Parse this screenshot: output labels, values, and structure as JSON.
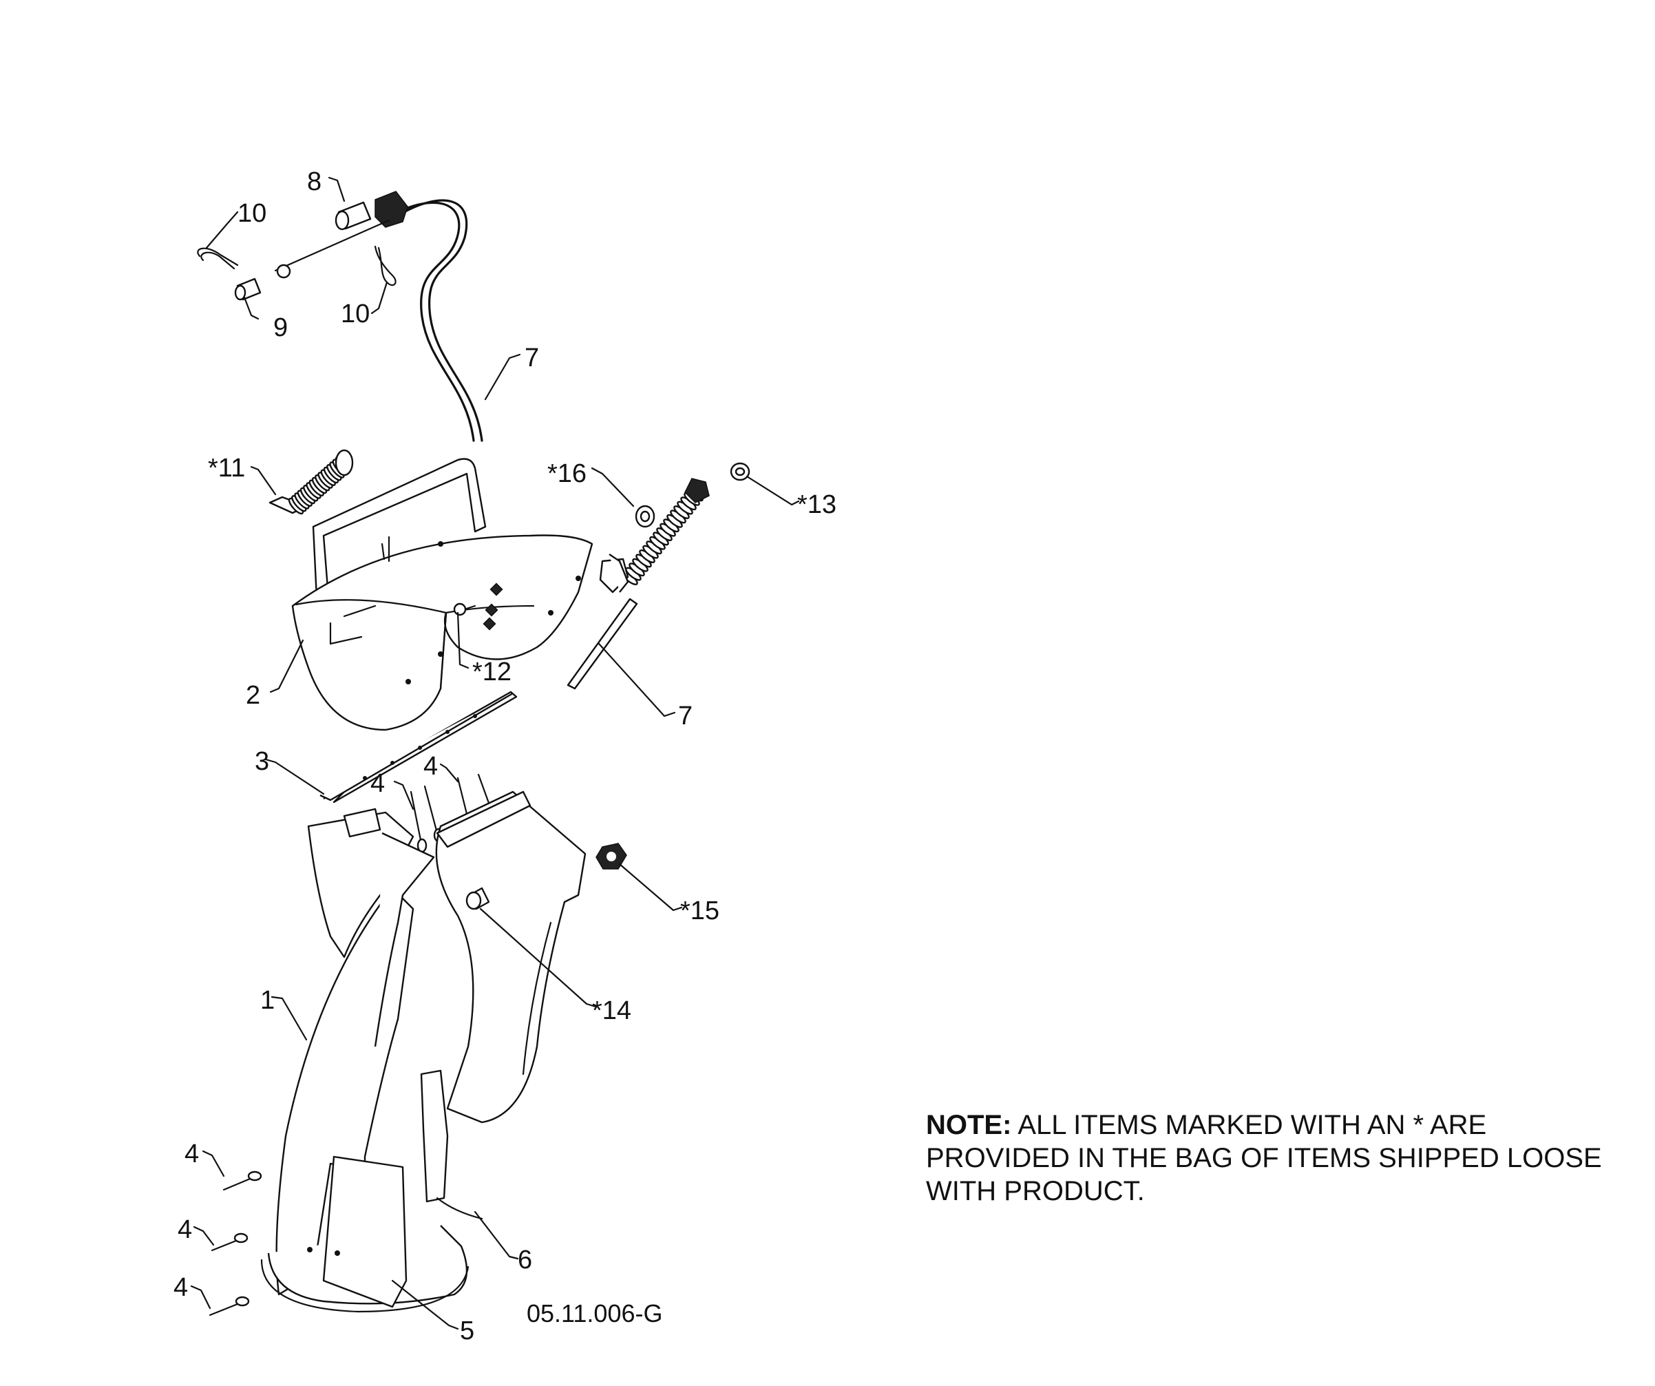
{
  "callouts": {
    "c1": "1",
    "c2": "2",
    "c3": "3",
    "c4a": "4",
    "c4b": "4",
    "c4c": "4",
    "c4d": "4",
    "c4e": "4",
    "c5": "5",
    "c6": "6",
    "c7a": "7",
    "c7b": "7",
    "c8": "8",
    "c9": "9",
    "c10a": "10",
    "c10b": "10",
    "c11": "*11",
    "c12": "*12",
    "c13": "*13",
    "c14": "*14",
    "c15": "*15",
    "c16": "*16"
  },
  "note": {
    "heading": "NOTE:",
    "text": "ALL ITEMS MARKED WITH AN * ARE PROVIDED IN THE BAG OF ITEMS SHIPPED LOOSE WITH PRODUCT."
  },
  "drawing_number": "05.11.006-G"
}
